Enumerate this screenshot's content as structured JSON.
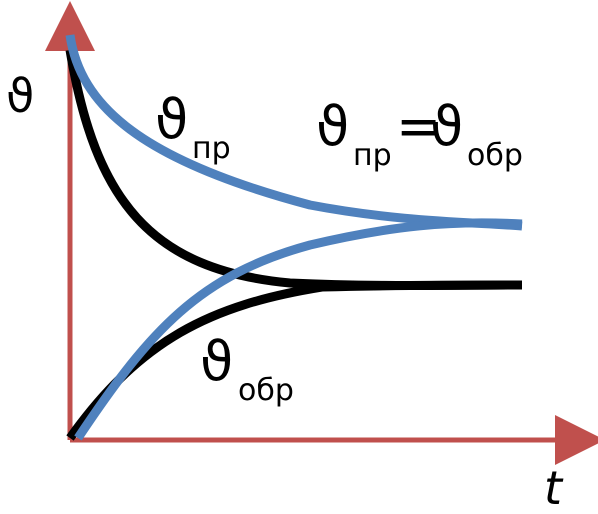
{
  "axes": {
    "y_label": "ϑ",
    "x_label": "t",
    "axis_color": "#c0504d"
  },
  "curves": {
    "black_color": "#000000",
    "blue_color": "#4f81bd",
    "names": [
      "black-forward-curve",
      "black-reverse-curve",
      "blue-forward-curve",
      "blue-reverse-curve"
    ]
  },
  "labels": {
    "forward": {
      "symbol": "ϑ",
      "subscript": "пр"
    },
    "reverse": {
      "symbol": "ϑ",
      "subscript": "обр"
    },
    "equality": {
      "symbol_left": "ϑ",
      "subscript_left": "пр",
      "equals": "=",
      "symbol_right": "ϑ",
      "subscript_right": "обр"
    }
  }
}
